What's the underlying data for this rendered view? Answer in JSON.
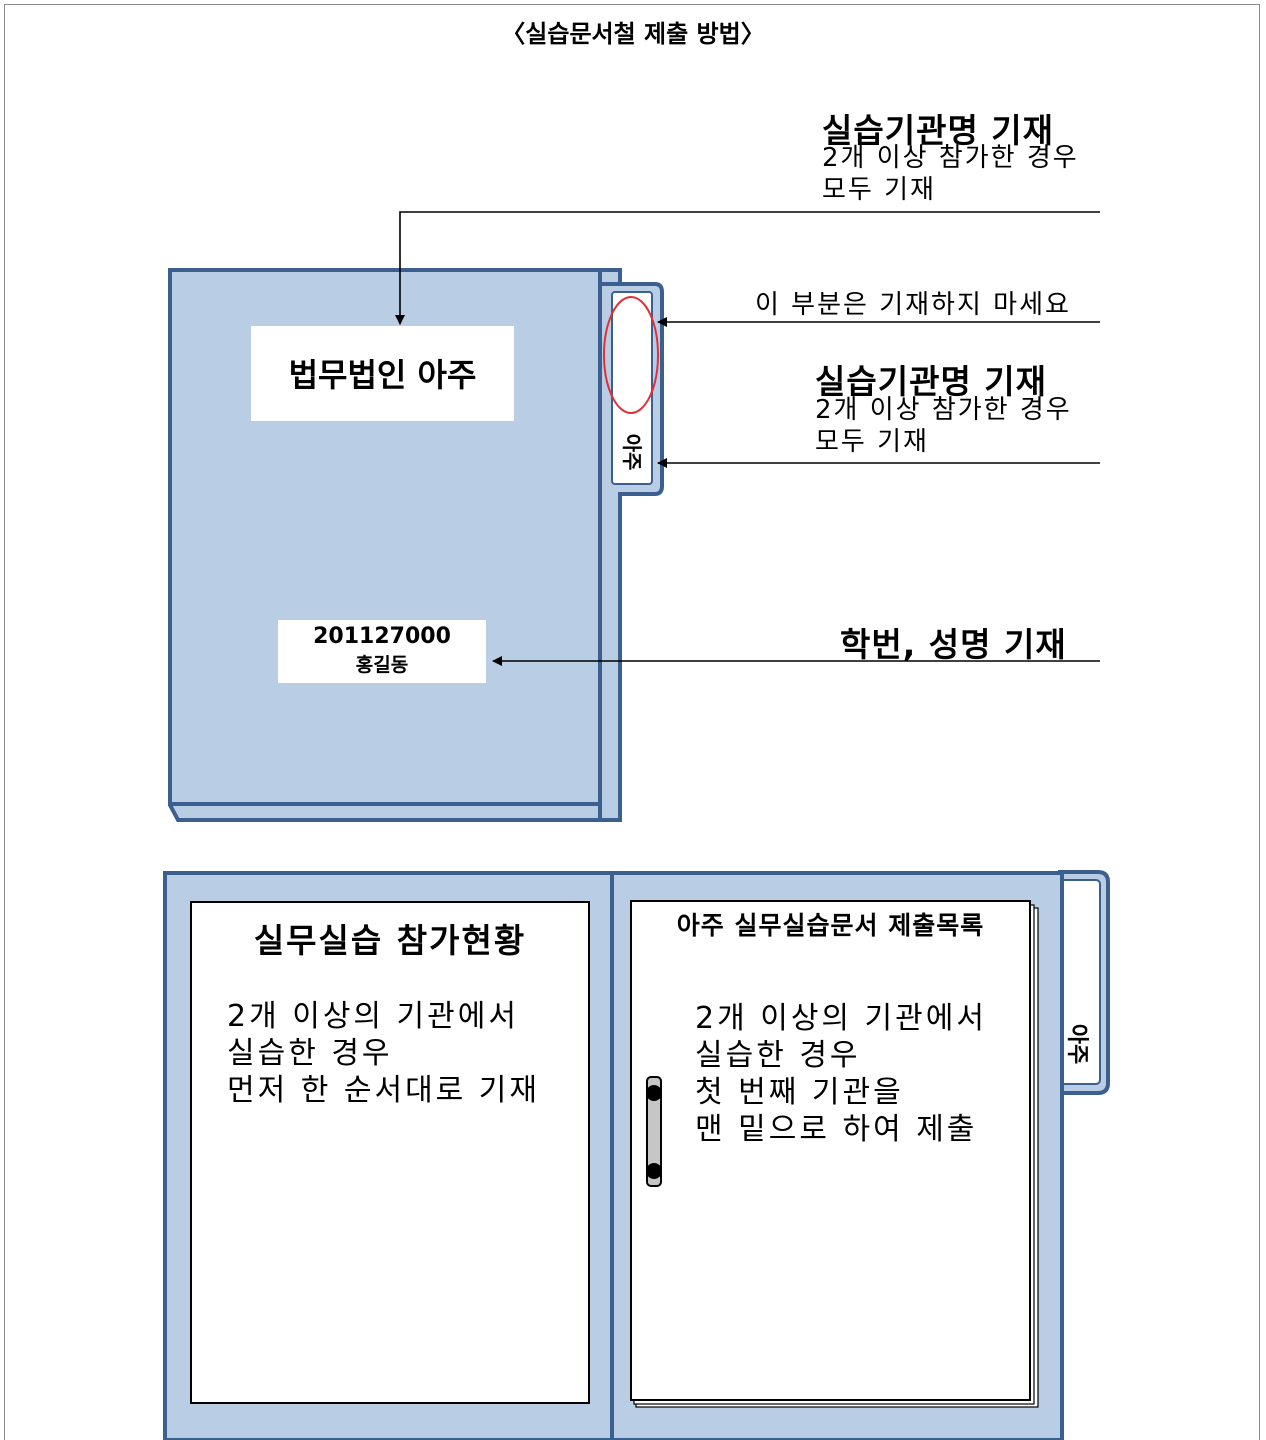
{
  "title": "〈실습문서철 제출 방법〉",
  "folder": {
    "cover_label": "법무법인 아주",
    "tab_label": "아주",
    "student_id": "201127000",
    "student_name": "홍길동"
  },
  "annotations": {
    "top": {
      "heading": "실습기관명 기재",
      "lines": [
        "2개 이상 참가한 경우",
        "모두 기재"
      ]
    },
    "no_write": "이 부분은 기재하지 마세요",
    "tab": {
      "heading": "실습기관명 기재",
      "lines": [
        "2개 이상 참가한 경우",
        "모두 기재"
      ]
    },
    "student": "학번, 성명 기재"
  },
  "open_folder": {
    "left_panel": {
      "title": "실무실습 참가현황",
      "lines": [
        "2개 이상의 기관에서",
        "실습한 경우",
        "먼저 한 순서대로 기재"
      ]
    },
    "right_panel": {
      "title": "아주 실무실습문서 제출목록",
      "lines": [
        "2개 이상의 기관에서",
        "실습한 경우",
        "첫 번째 기관을",
        "맨 밑으로 하여 제출"
      ]
    },
    "tab_label": "아주"
  },
  "colors": {
    "folder_fill": "#b9cde4",
    "folder_stroke": "#3b5f8f",
    "highlight_ellipse": "#e0303a"
  }
}
